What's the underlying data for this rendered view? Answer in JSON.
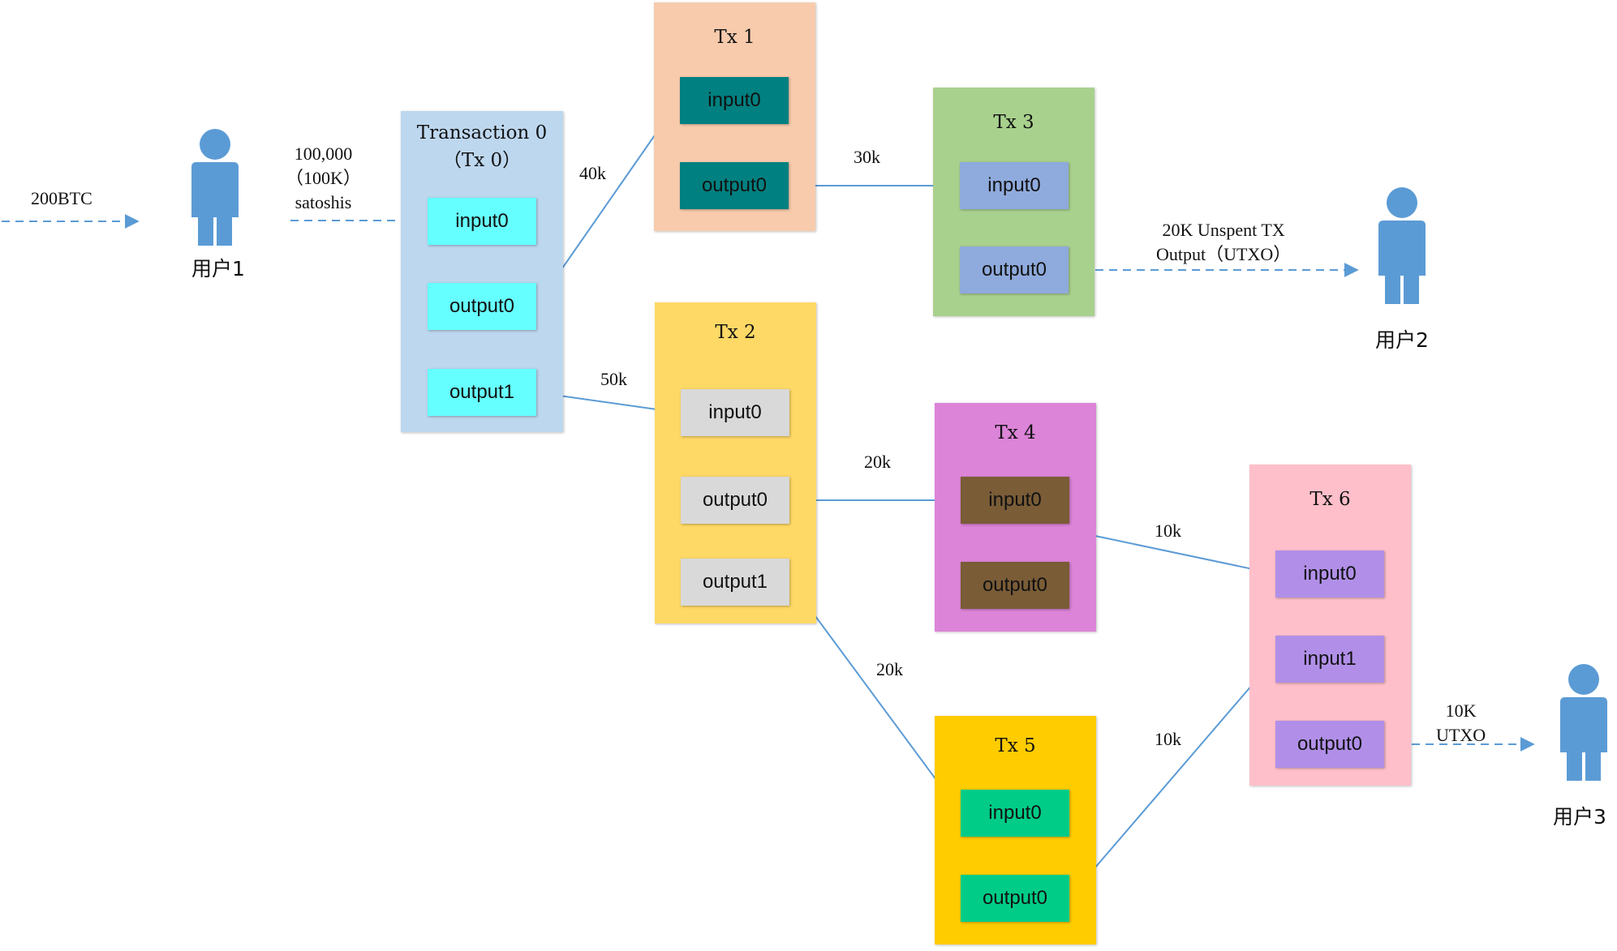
{
  "colors": {
    "arrow": "#5b9bd5",
    "person": "#5b9bd5"
  },
  "users": {
    "user1": "用户1",
    "user2": "用户2",
    "user3": "用户3"
  },
  "transactions": {
    "tx0": {
      "title": "Transaction 0\n（Tx 0）",
      "slots": [
        "input0",
        "output0",
        "output1"
      ],
      "bg": "#bdd7ee",
      "slot_bg": "#66ffff"
    },
    "tx1": {
      "title": "Tx 1",
      "slots": [
        "input0",
        "output0"
      ],
      "bg": "#f8cbad",
      "slot_bg": "#00808080"
    },
    "tx2": {
      "title": "Tx 2",
      "slots": [
        "input0",
        "output0",
        "output1"
      ],
      "bg": "#ffd966",
      "slot_bg": "#d9d9d9"
    },
    "tx3": {
      "title": "Tx 3",
      "slots": [
        "input0",
        "output0"
      ],
      "bg": "#a9d18e",
      "slot_bg": "#8faadc"
    },
    "tx4": {
      "title": "Tx 4",
      "slots": [
        "input0",
        "output0"
      ],
      "bg": "#dc84d8",
      "slot_bg": "#7a5c37"
    },
    "tx5": {
      "title": "Tx 5",
      "slots": [
        "input0",
        "output0"
      ],
      "bg": "#ffcc00",
      "slot_bg": "#00cc88"
    },
    "tx6": {
      "title": "Tx 6",
      "slots": [
        "input0",
        "input1",
        "output0"
      ],
      "bg": "#ffbfca",
      "slot_bg": "#b18fe8"
    }
  },
  "labels": {
    "btc": "200BTC",
    "initial_amount": "100,000\n（100K）\nsatoshis",
    "a_40k": "40k",
    "a_50k": "50k",
    "a_30k": "30k",
    "a_20k_tx4": "20k",
    "a_20k_tx5": "20k",
    "a_10k_tx4": "10k",
    "a_10k_tx5": "10k",
    "utxo_user2": "20K Unspent TX\nOutput（UTXO）",
    "utxo_user3": "10K\nUTXO"
  }
}
